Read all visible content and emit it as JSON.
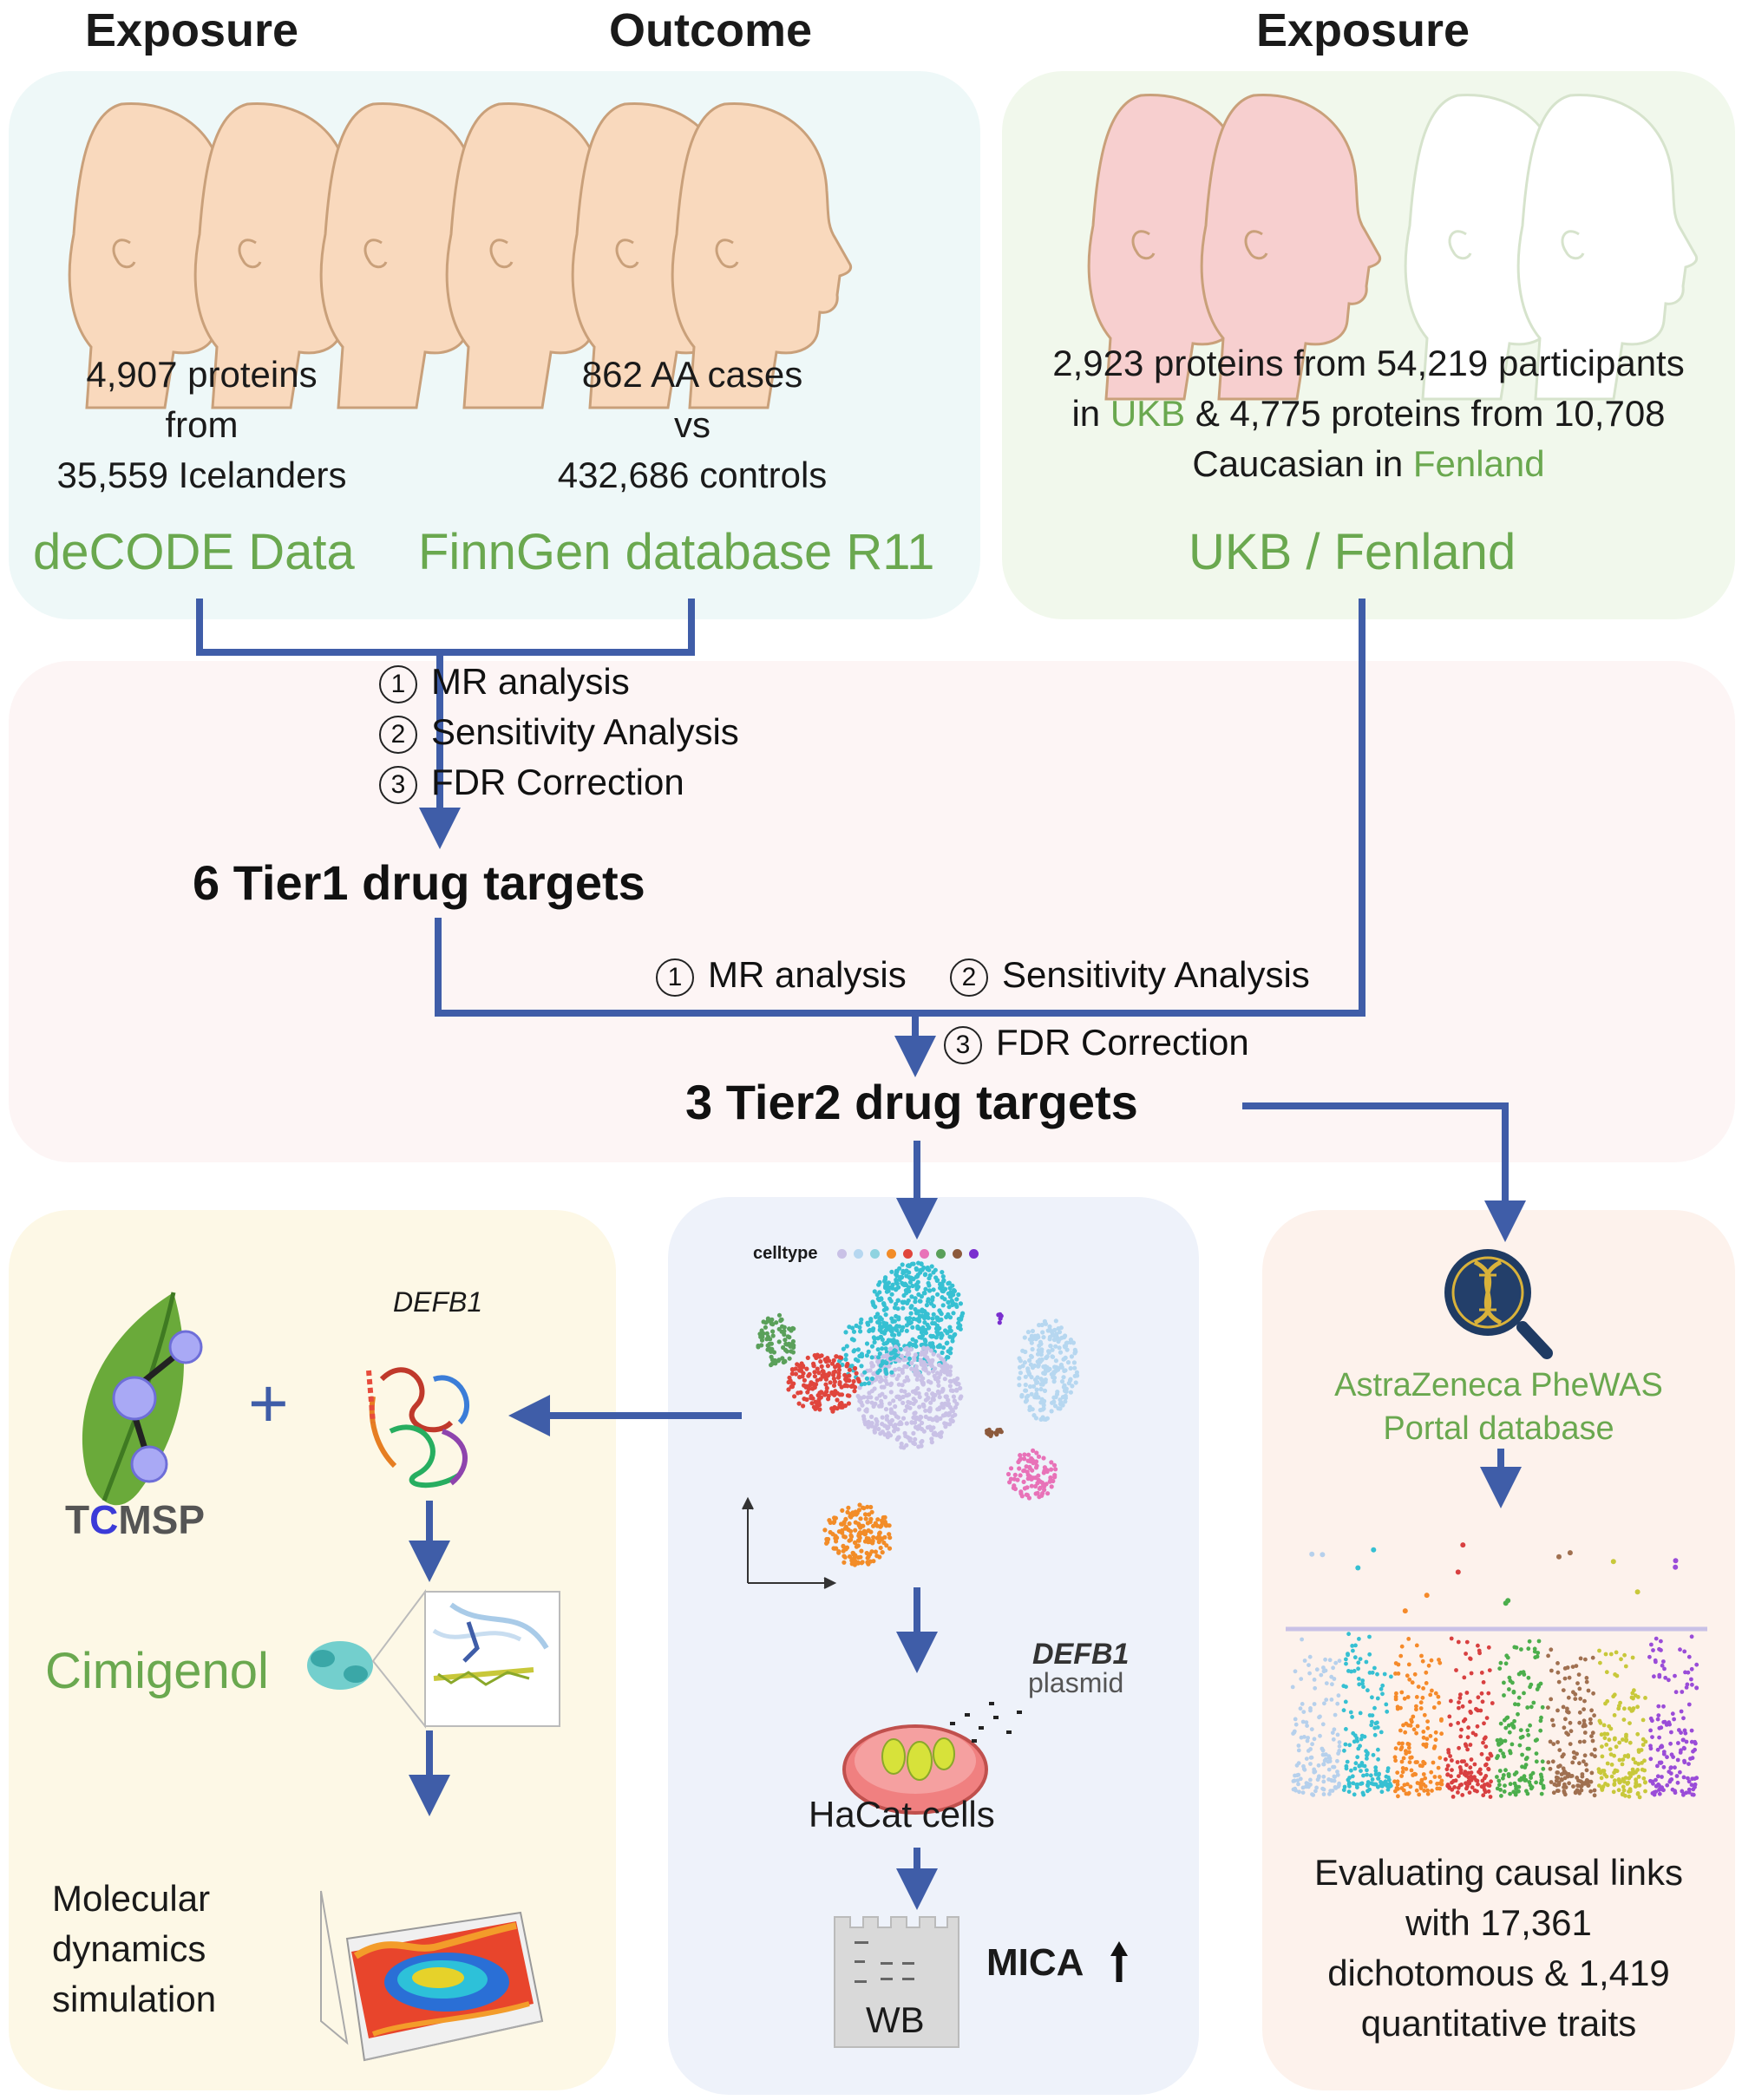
{
  "colors": {
    "arrow": "#3f5da8",
    "accent_green": "#6aa84f",
    "panel_cyan": "#eef8f8",
    "panel_green": "#f1f8ec",
    "panel_pink": "#fdf5f5",
    "panel_yellow": "#fdf8e6",
    "panel_blue": "#eef2fa",
    "panel_peach": "#fdf2ec"
  },
  "left_panel": {
    "exposure_label": "Exposure",
    "outcome_label": "Outcome",
    "exposure": {
      "line1": "4,907 proteins",
      "line2": "from",
      "line3": "35,559 Icelanders",
      "source": "deCODE Data"
    },
    "outcome": {
      "line1": "862 AA cases",
      "line2": "vs",
      "line3": "432,686 controls",
      "source": "FinnGen database R11"
    }
  },
  "right_panel": {
    "exposure_label": "Exposure",
    "line1": "2,923 proteins from 54,219 participants",
    "line2_pre": "in ",
    "line2_ukb": "UKB",
    "line2_post": " & 4,775 proteins from 10,708",
    "line3_pre": "Caucasian in ",
    "line3_fenland": "Fenland",
    "source": "UKB / Fenland"
  },
  "tier1_steps": [
    {
      "num": "1",
      "text": "MR analysis"
    },
    {
      "num": "2",
      "text": "Sensitivity Analysis"
    },
    {
      "num": "3",
      "text": "FDR Correction"
    }
  ],
  "tier1_label": "6 Tier1 drug targets",
  "tier2_steps": {
    "a": {
      "num": "1",
      "text": "MR analysis"
    },
    "b": {
      "num": "2",
      "text": "Sensitivity Analysis"
    },
    "c": {
      "num": "3",
      "text": "FDR Correction"
    }
  },
  "tier2_label": "3 Tier2 drug targets",
  "docking": {
    "gene_label": "DEFB1",
    "tcmsp": {
      "t": "T",
      "c": "C",
      "rest": "MSP"
    },
    "plus": "+",
    "compound": "Cimigenol",
    "md_line1": "Molecular",
    "md_line2": "dynamics",
    "md_line3": "simulation"
  },
  "singlecell": {
    "legend_label": "celltype",
    "legend_colors": [
      "#c9c1e6",
      "#b6d7f0",
      "#8fd3e0",
      "#f28c28",
      "#e0453c",
      "#e872b8",
      "#5aa05a",
      "#8c5a3c",
      "#7a2fcf"
    ],
    "plasmid_gene": "DEFB1",
    "plasmid_word": "plasmid",
    "cells_label": "HaCat cells",
    "wb_label": "WB",
    "mica_label": "MICA"
  },
  "phewas": {
    "db_line1": "AstraZeneca PheWAS",
    "db_line2": "Portal database",
    "eval_line1": "Evaluating causal links",
    "eval_line2": "with 17,361",
    "eval_line3": "dichotomous & 1,419",
    "eval_line4": "quantitative traits",
    "manhattan_colors": [
      "#b6d0ec",
      "#36c0d2",
      "#f58a2a",
      "#d84040",
      "#4cae4c",
      "#a07050",
      "#c8c83a",
      "#9a4cd8"
    ]
  }
}
